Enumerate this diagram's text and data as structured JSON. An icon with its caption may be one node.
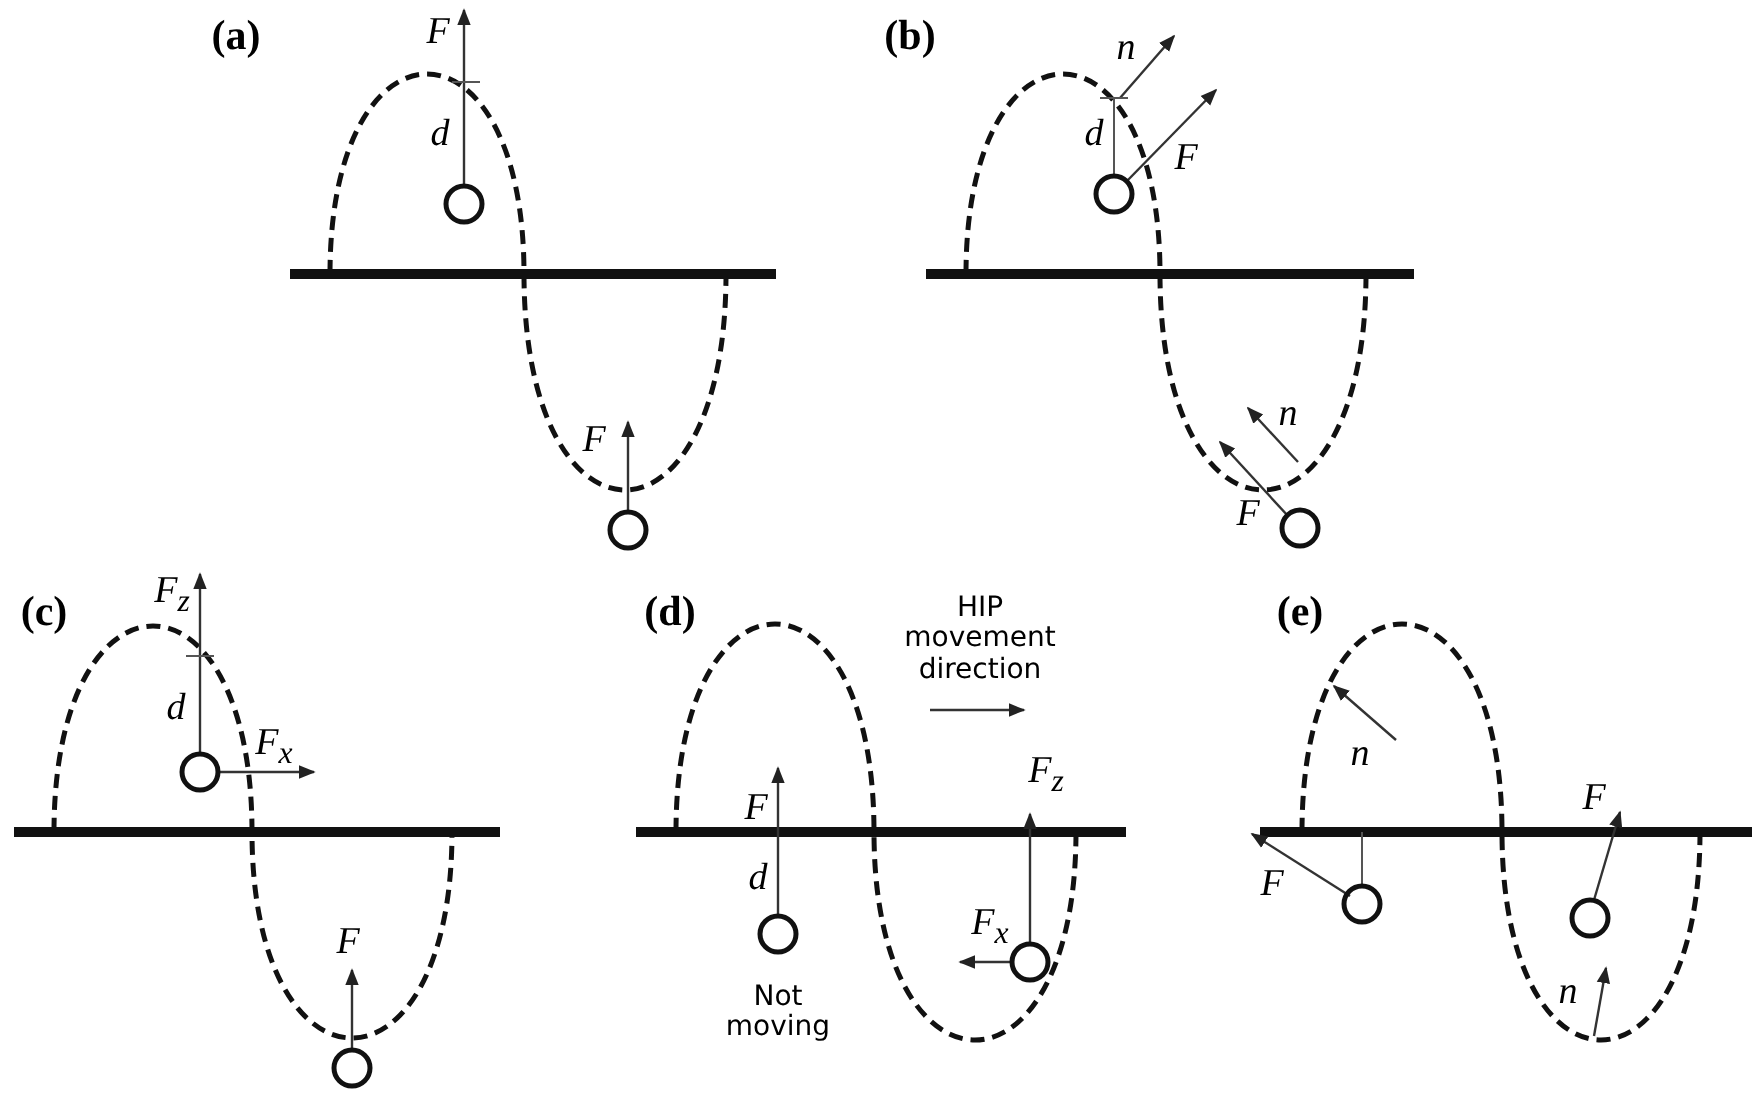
{
  "diagram": {
    "labels": [
      "(a)",
      "F",
      "d",
      "F",
      "(b)",
      "n",
      "d",
      "F",
      "n",
      "F",
      "(c)",
      "F$_{z}$",
      "d",
      "F$_{x}$",
      "F",
      "(d)",
      "HIP movement direction",
      "F",
      "F$_{z}$",
      "d",
      "F$_{x}$",
      "Not moving",
      "(e)",
      "n",
      "F",
      "F",
      "n"
    ]
  }
}
